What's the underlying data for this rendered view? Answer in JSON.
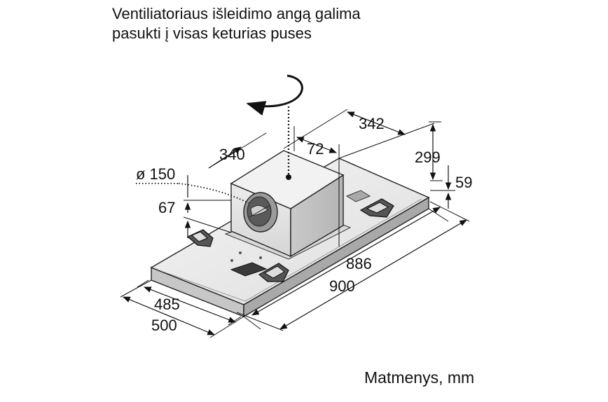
{
  "caption": {
    "line1": "Ventiliatoriaus išleidimo angą galima",
    "line2": "pasukti į visas keturias puses"
  },
  "units_label": "Matmenys, mm",
  "dimensions": {
    "d342": "342",
    "d72": "72",
    "d340": "340",
    "d299": "299",
    "d59": "59",
    "d150": "ø 150",
    "d67": "67",
    "d886": "886",
    "d900": "900",
    "d485": "485",
    "d500": "500"
  }
}
